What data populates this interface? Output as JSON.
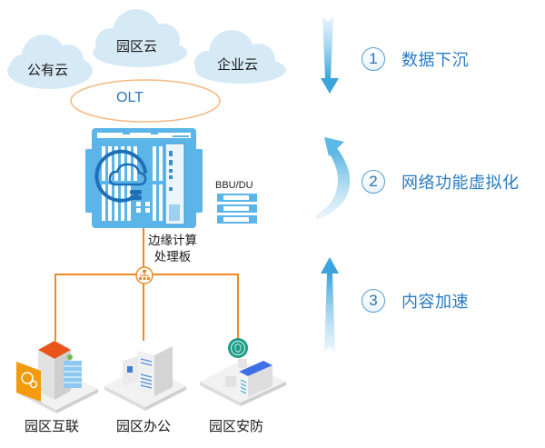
{
  "clouds": [
    {
      "label": "公有云"
    },
    {
      "label": "园区云"
    },
    {
      "label": "企业云"
    }
  ],
  "olt": {
    "label": "OLT"
  },
  "edge_board": {
    "label_line1": "边缘计算",
    "label_line2": "处理板"
  },
  "bbu": {
    "label": "BBU/DU"
  },
  "sites": [
    {
      "label": "园区互联"
    },
    {
      "label": "园区办公"
    },
    {
      "label": "园区安防"
    }
  ],
  "steps": [
    {
      "number": "1",
      "label": "数据下沉",
      "arrow": "down-arrow"
    },
    {
      "number": "2",
      "label": "网络功能虚拟化",
      "arrow": "curved-up-arrow"
    },
    {
      "number": "3",
      "label": "内容加速",
      "arrow": "up-arrow"
    }
  ],
  "colors": {
    "cloud_fill": "#d6eaf6",
    "server_blue": "#5bb5e8",
    "link_orange": "#f08a24",
    "olt_outline": "#f5b880",
    "step_text": "#2a7ac2",
    "arrow_blue": "#4aaee0"
  }
}
